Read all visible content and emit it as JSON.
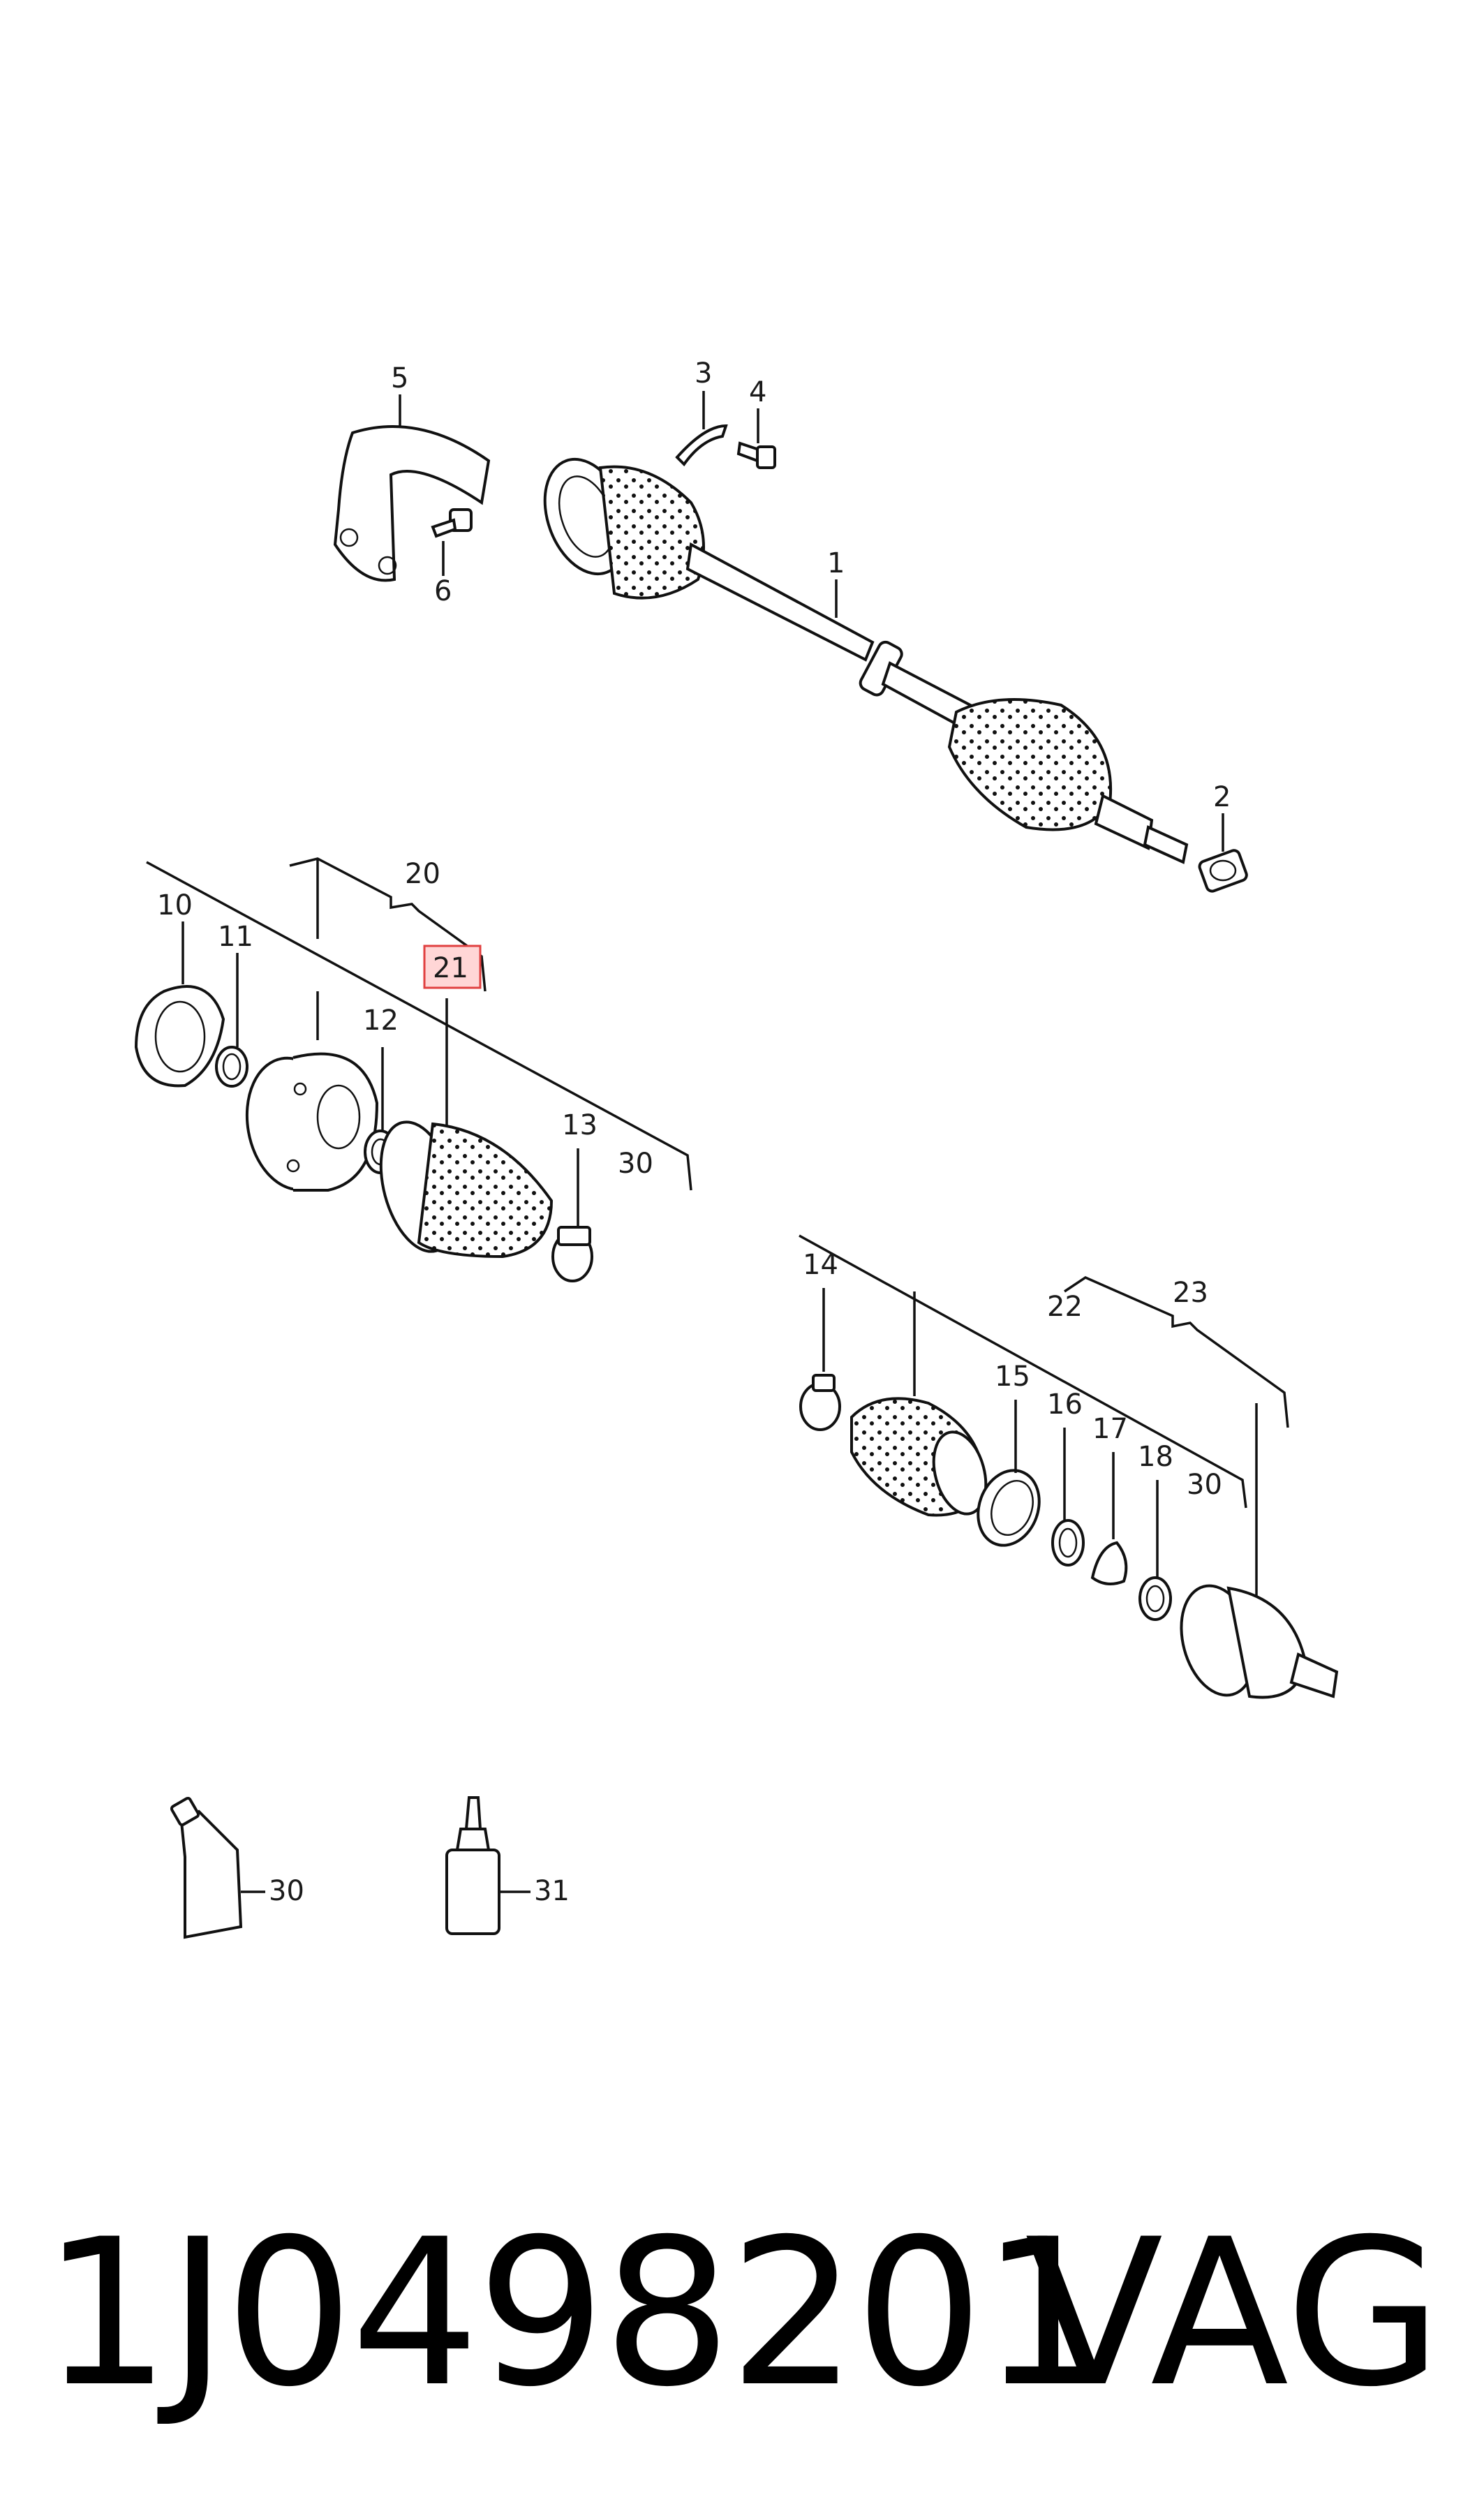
{
  "callouts": {
    "c1": "1",
    "c2": "2",
    "c3": "3",
    "c4": "4",
    "c5": "5",
    "c6": "6",
    "c10": "10",
    "c11": "11",
    "c12": "12",
    "c13": "13",
    "c14": "14",
    "c15": "15",
    "c16": "16",
    "c17": "17",
    "c18": "18",
    "c20": "20",
    "c21": "21",
    "c22": "22",
    "c23": "23",
    "c30a": "30",
    "c30b": "30",
    "c30c": "30",
    "c31": "31"
  },
  "highlight": {
    "selected_callout": "21",
    "color": "#e04040"
  },
  "footer": {
    "part_number": "1J0498201",
    "brand": "VAG"
  }
}
